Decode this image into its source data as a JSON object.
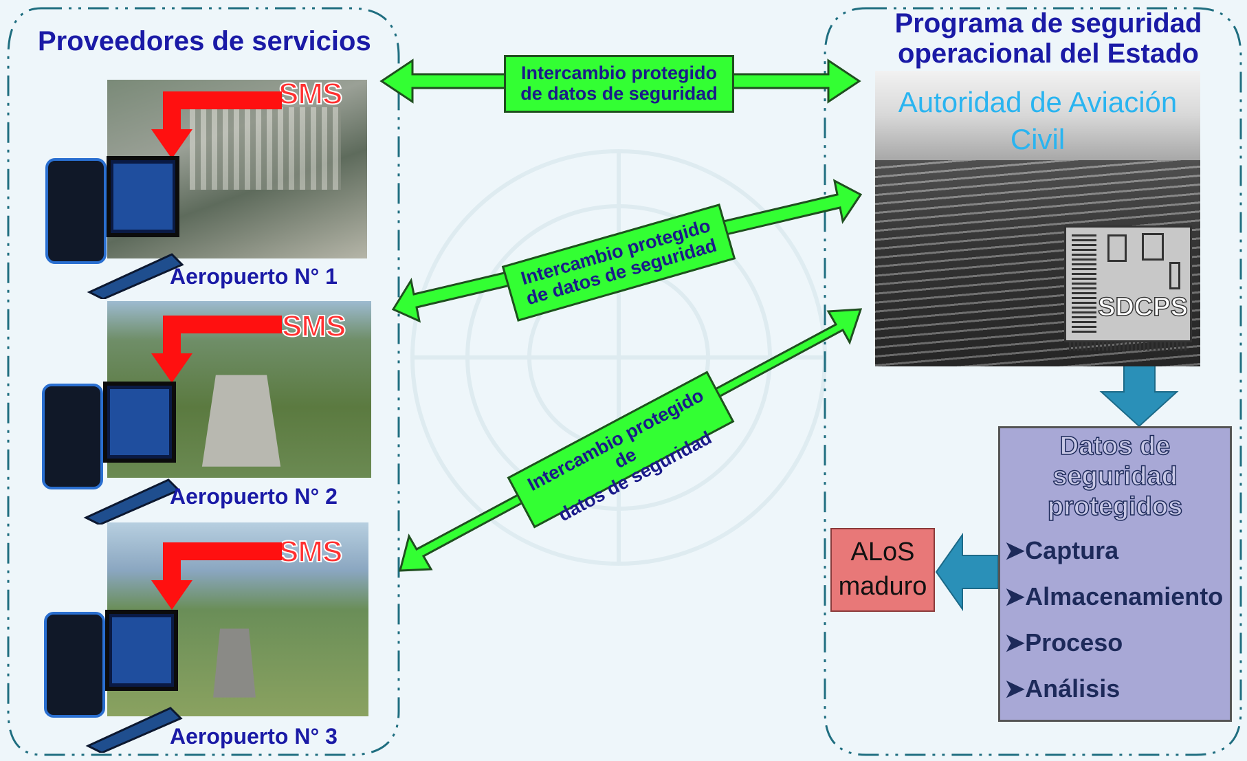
{
  "left_panel": {
    "title": "Proveedores de servicios",
    "airports": [
      {
        "label": "Aeropuerto N° 1",
        "badge": "SMS"
      },
      {
        "label": "Aeropuerto N° 2",
        "badge": "SMS"
      },
      {
        "label": "Aeropuerto N° 3",
        "badge": "SMS"
      }
    ]
  },
  "right_panel": {
    "title_line1": "Programa de seguridad",
    "title_line2": "operacional del Estado",
    "authority_line1": "Autoridad de Aviación",
    "authority_line2": "Civil",
    "system_label": "SDCPS"
  },
  "exchanges": [
    {
      "line1": "Intercambio protegido",
      "line2": "de datos de seguridad"
    },
    {
      "line1": "Intercambio protegido",
      "line2": "de datos de seguridad"
    },
    {
      "line1": "Intercambio protegido de",
      "line2": "datos de seguridad"
    }
  ],
  "data_box": {
    "title_line1": "Datos de",
    "title_line2": "seguridad",
    "title_line3": "protegidos",
    "items": [
      "Captura",
      "Almacenamiento",
      "Proceso",
      "Análisis"
    ]
  },
  "alos": {
    "line1": "ALoS",
    "line2": "maduro"
  },
  "colors": {
    "title_blue": "#1a1aa6",
    "authority_cyan": "#2ab4f0",
    "exchange_green": "#33ff33",
    "sms_red": "#ff2020",
    "panel_border": "#1f6e80",
    "data_box": "#a8a8d6",
    "alos_box": "#e87878",
    "down_arrow": "#2a90b8"
  }
}
